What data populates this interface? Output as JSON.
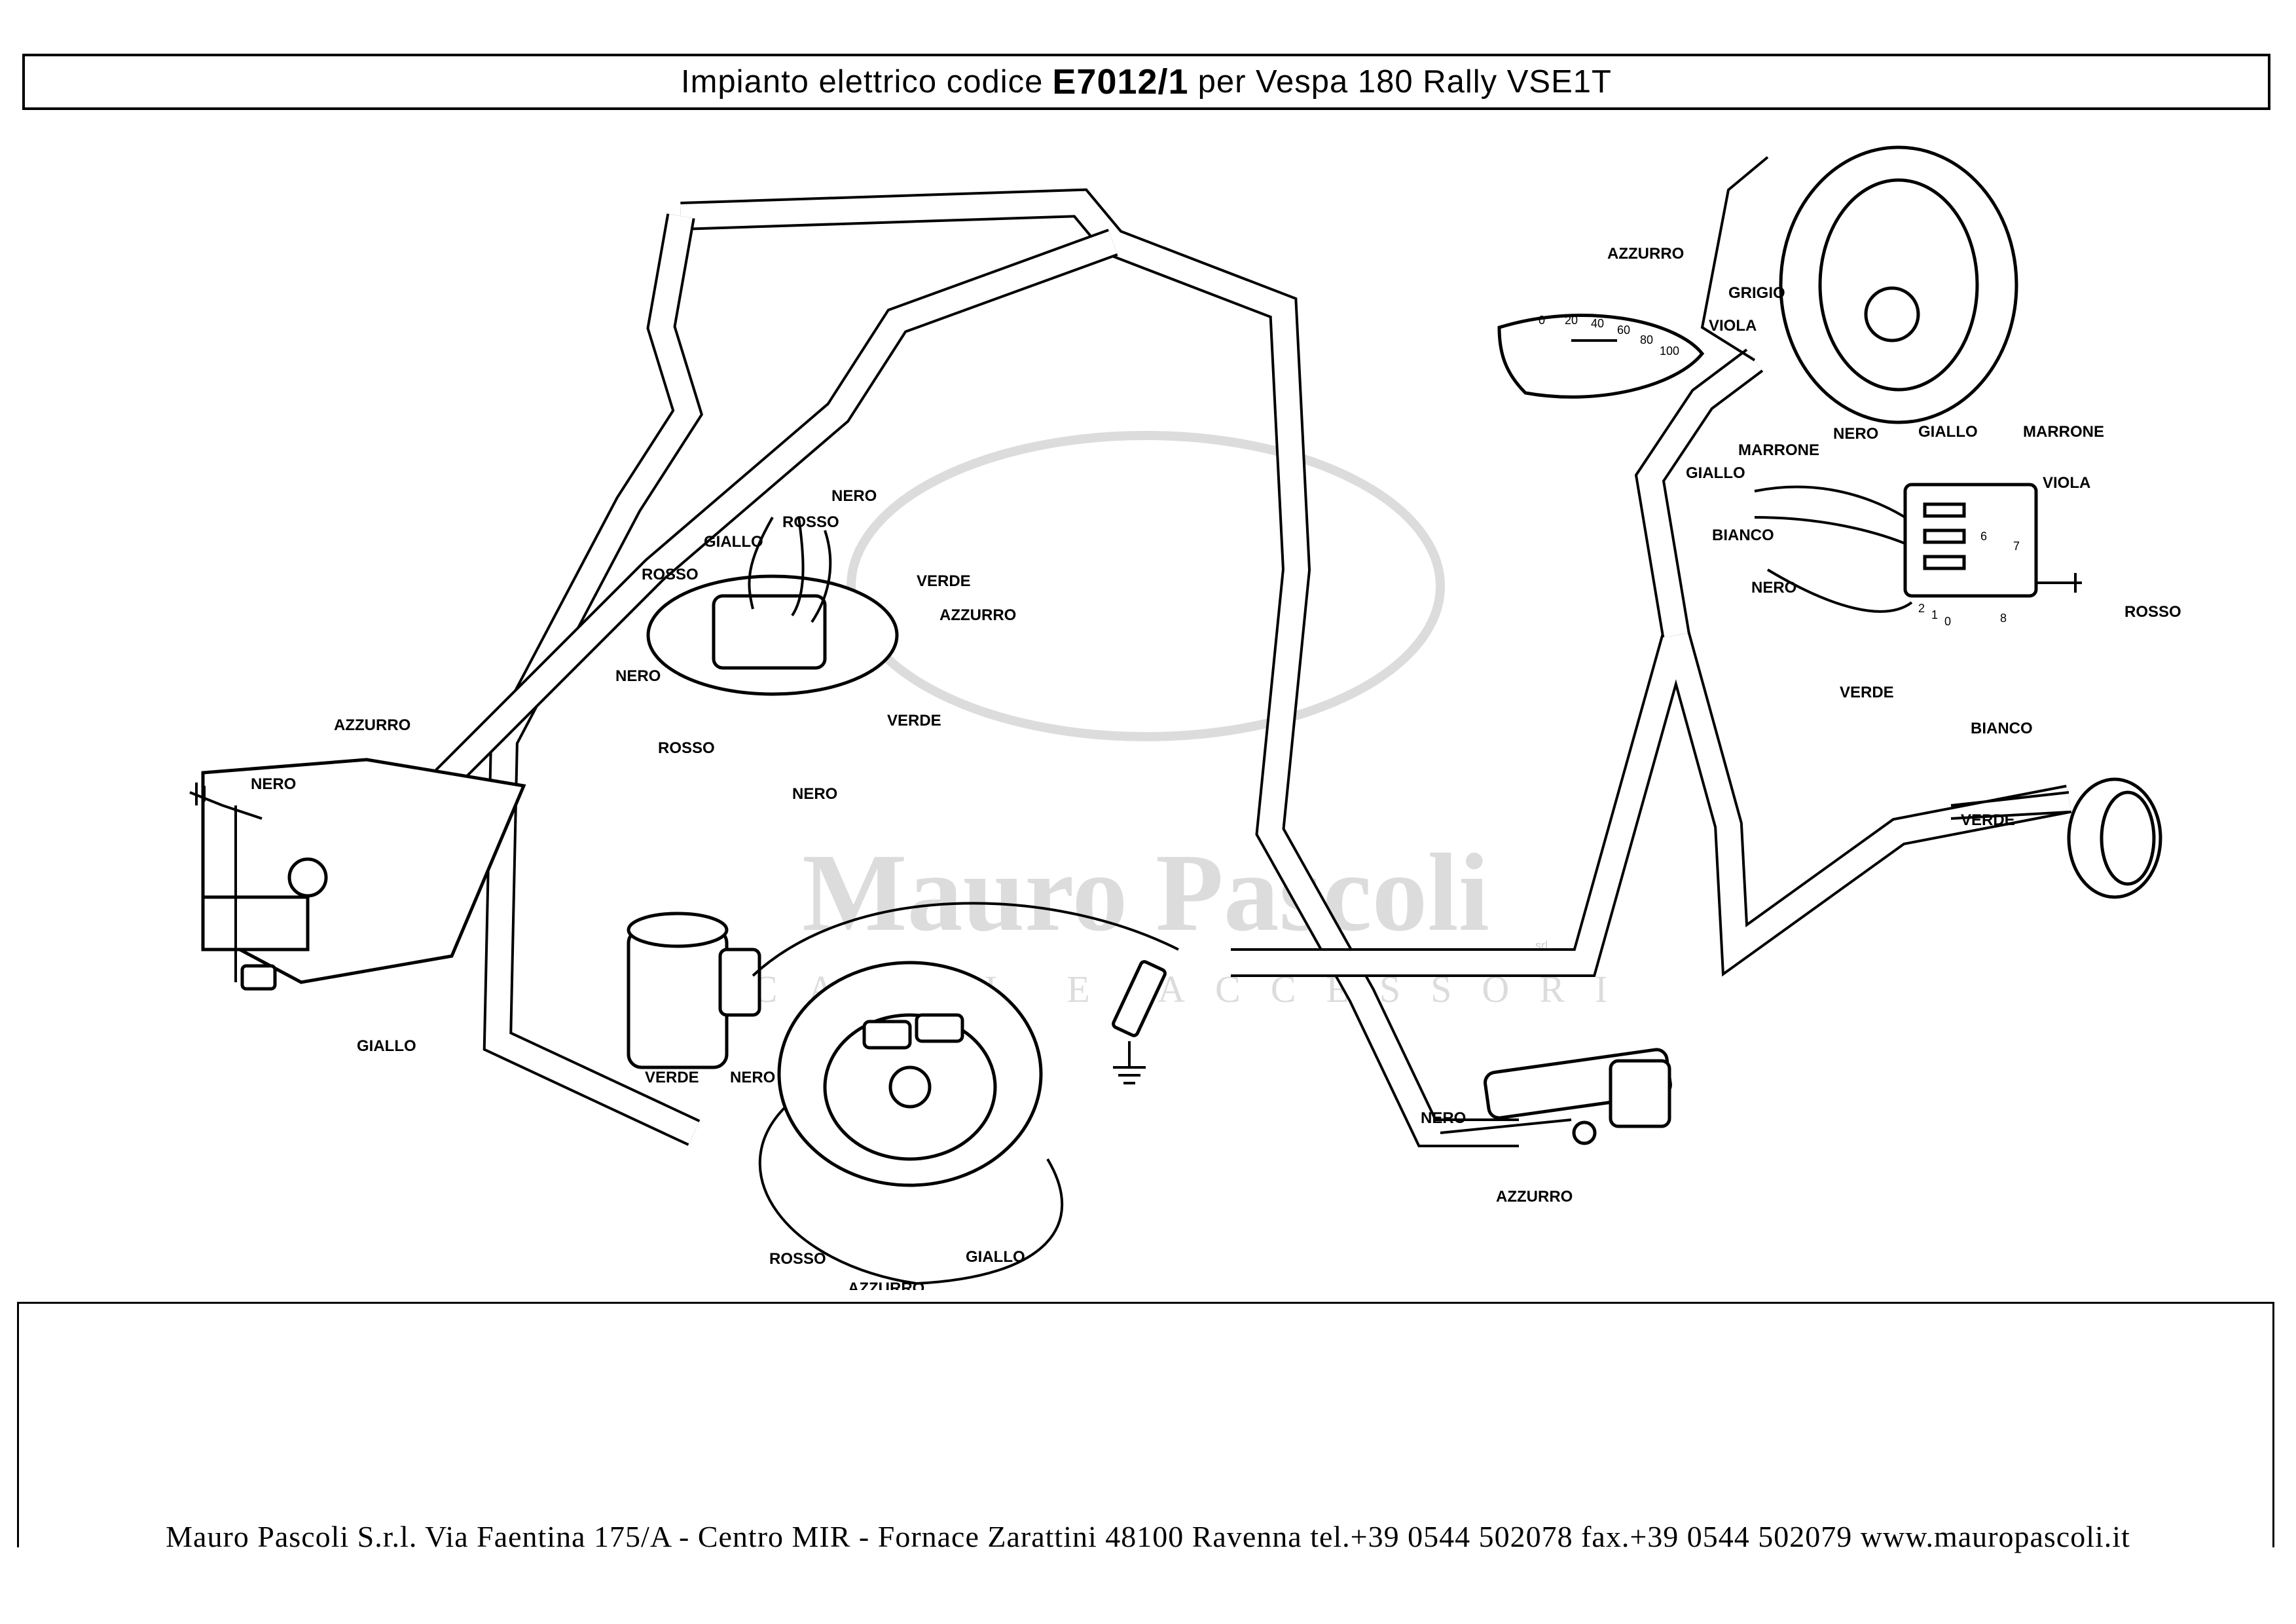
{
  "title": {
    "prefix": "Impianto elettrico codice",
    "code": "E7012/1",
    "suffix": "per Vespa 180 Rally VSE1T"
  },
  "watermark": {
    "name": "Mauro Pascoli",
    "srl": "srl",
    "tagline": "RICAMBI E ACCESSORI"
  },
  "labels": {
    "tail_azzurro": "AZZURRO",
    "tail_nero": "NERO",
    "tail_giallo": "GIALLO",
    "junc_nero_top": "NERO",
    "junc_rosso_top": "ROSSO",
    "junc_giallo": "GIALLO",
    "junc_rosso_left": "ROSSO",
    "junc_verde_right": "VERDE",
    "junc_azzurro": "AZZURRO",
    "junc_nero_left": "NERO",
    "junc_verde_low": "VERDE",
    "coil_rosso": "ROSSO",
    "coil_nero": "NERO",
    "mag_verde": "VERDE",
    "mag_nero": "NERO",
    "mag_rosso": "ROSSO",
    "mag_azzurro": "AZZURRO",
    "mag_giallo": "GIALLO",
    "brake_nero": "NERO",
    "brake_azzurro": "AZZURRO",
    "head_azzurro": "AZZURRO",
    "head_grigio": "GRIGIO",
    "head_viola": "VIOLA",
    "head_nero": "NERO",
    "head_marrone": "MARRONE",
    "head_giallo": "GIALLO",
    "sw_giallo": "GIALLO",
    "sw_marrone": "MARRONE",
    "sw_viola": "VIOLA",
    "sw_bianco": "BIANCO",
    "sw_nero": "NERO",
    "sw_rosso": "ROSSO",
    "sw_verde": "VERDE",
    "horn_bianco": "BIANCO",
    "horn_verde": "VERDE"
  },
  "switch_terminals": [
    "6",
    "7",
    "2",
    "1",
    "0",
    "8"
  ],
  "footer": "Mauro Pascoli S.r.l. Via Faentina 175/A - Centro MIR - Fornace Zarattini 48100 Ravenna tel.+39 0544 502078 fax.+39 0544 502079 www.mauropascoli.it"
}
